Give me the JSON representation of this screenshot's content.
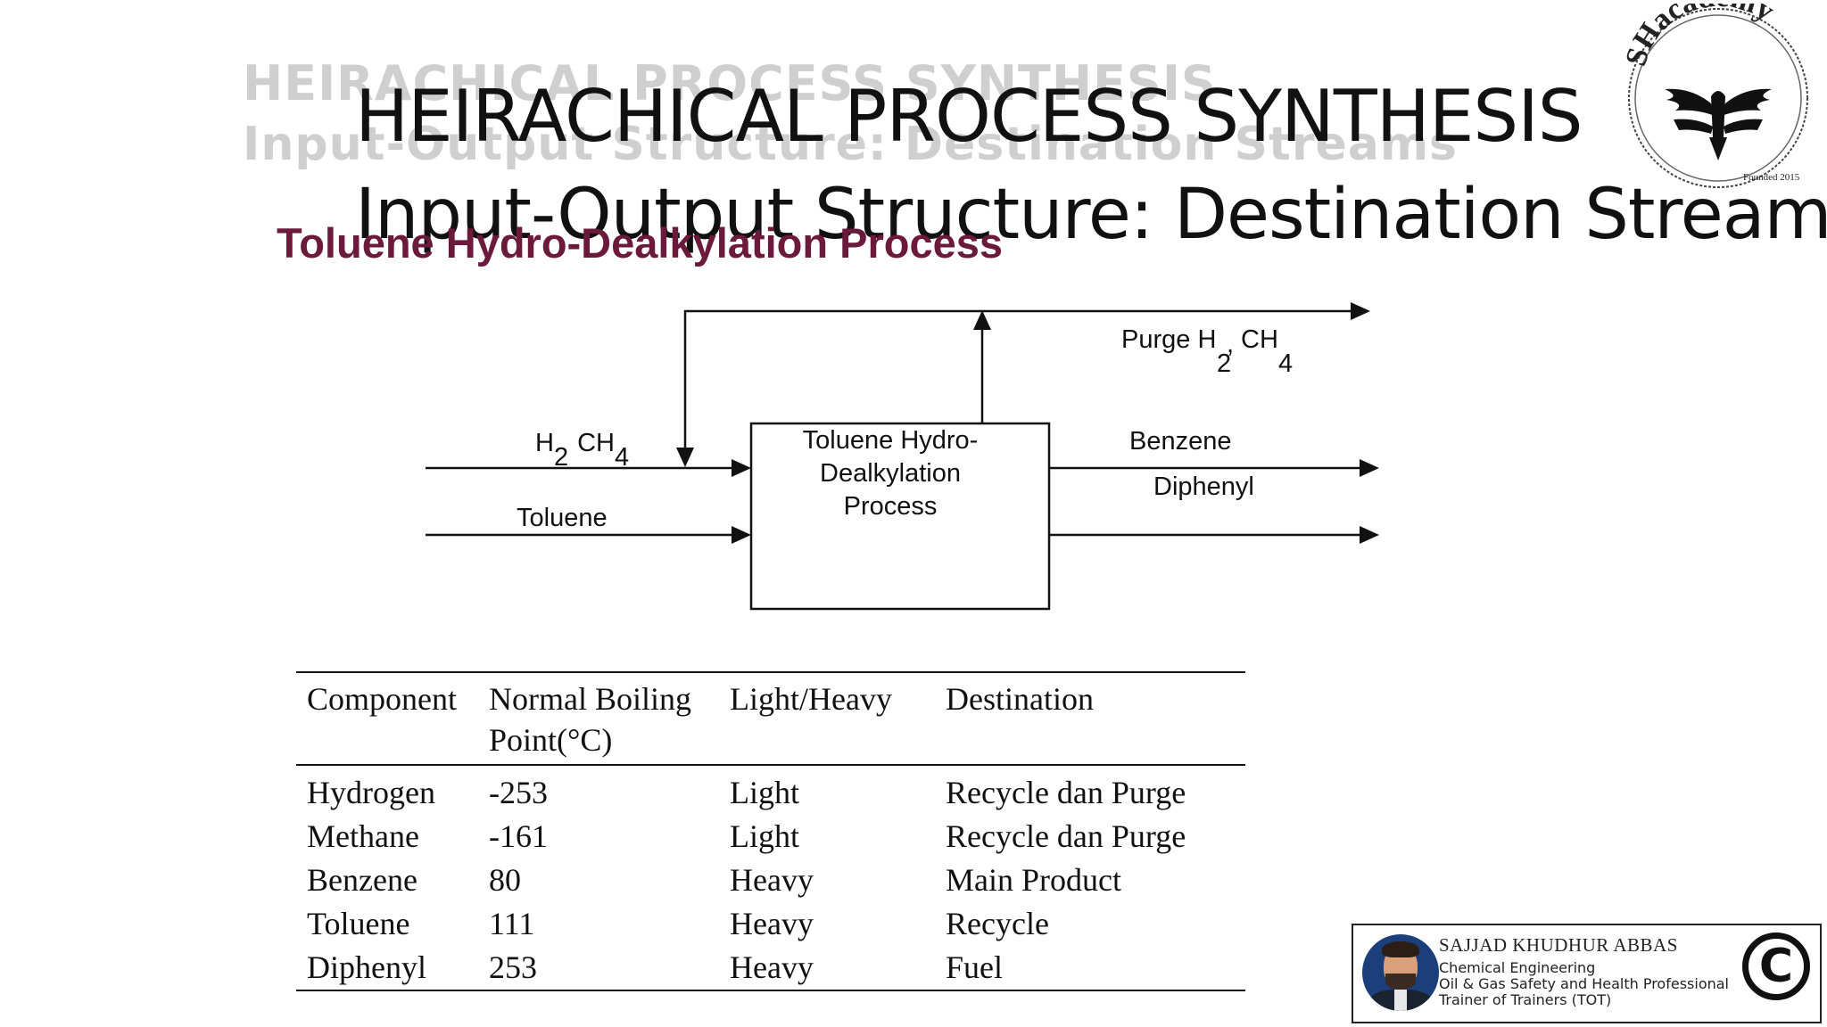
{
  "slide": {
    "background_heading": {
      "line1": "HEIRACHICAL PROCESS SYNTHESIS",
      "line2": "Input-Output Structure: Destination Streams"
    },
    "title_line1": "HEIRACHICAL PROCESS SYNTHESIS",
    "title_line2": "Input-Output Structure: Destination Streams",
    "subtitle": "Toluene Hydro-Dealkylation Process"
  },
  "diagram": {
    "process_box": [
      "Toluene Hydro-",
      "Dealkylation",
      "Process"
    ],
    "feed_h2_ch4": {
      "h": "H",
      "h_sub": "2",
      "ch": "CH",
      "ch_sub": "4"
    },
    "feed_toluene": "Toluene",
    "purge": {
      "label": "Purge H",
      "h_sub": "2",
      "comma": ",",
      "ch": "CH",
      "ch_sub": "4"
    },
    "out_benzene": "Benzene",
    "out_diphenyl": "Diphenyl"
  },
  "table": {
    "headers": [
      "Component",
      "Normal Boiling Point(°C)",
      "Light/Heavy",
      "Destination"
    ],
    "rows": [
      [
        "Hydrogen",
        "-253",
        "Light",
        "Recycle dan Purge"
      ],
      [
        "Methane",
        "-161",
        "Light",
        "Recycle dan Purge"
      ],
      [
        "Benzene",
        "80",
        "Heavy",
        "Main Product"
      ],
      [
        "Toluene",
        "111",
        "Heavy",
        "Recycle"
      ],
      [
        "Diphenyl",
        "253",
        "Heavy",
        "Fuel"
      ]
    ]
  },
  "logo": {
    "brand": "SHacademy",
    "founded": "Founded 2015"
  },
  "presenter": {
    "name": "SAJJAD KHUDHUR ABBAS",
    "line1": "Chemical Engineering",
    "line2": "Oil & Gas Safety and Health Professional",
    "line3": "Trainer of Trainers (TOT)",
    "copyright_symbol": "C"
  }
}
